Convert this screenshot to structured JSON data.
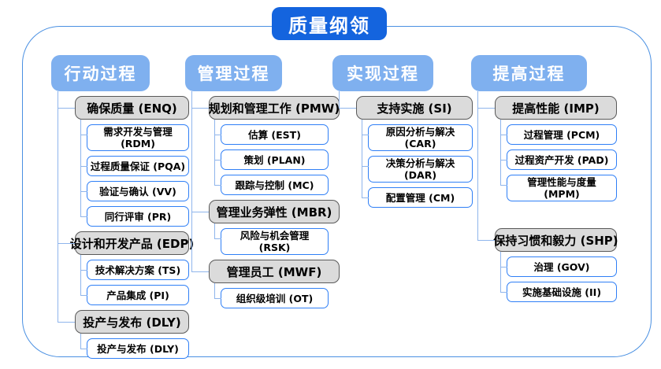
{
  "title": "质量纲领",
  "colors": {
    "title_bg": "#1464de",
    "header_bg": "#7fb0ef",
    "group_bg": "#dbdbdb",
    "group_border": "#595959",
    "child_border": "#2f7ff6",
    "connector": "#8fb5ec",
    "frame_border": "#4a90e2"
  },
  "columns": [
    {
      "header": "行动过程",
      "groups": [
        {
          "label": "确保质量 (ENQ)",
          "children": [
            "需求开发与管理 (RDM)",
            "过程质量保证 (PQA)",
            "验证与确认 (VV)",
            "同行评审 (PR)"
          ]
        },
        {
          "label": "设计和开发产品 (EDP)",
          "children": [
            "技术解决方案 (TS)",
            "产品集成 (PI)"
          ]
        },
        {
          "label": "投产与发布 (DLY)",
          "children": [
            "投产与发布 (DLY)"
          ]
        }
      ]
    },
    {
      "header": "管理过程",
      "groups": [
        {
          "label": "规划和管理工作 (PMW)",
          "children": [
            "估算 (EST)",
            "策划 (PLAN)",
            "跟踪与控制 (MC)"
          ]
        },
        {
          "label": "管理业务弹性 (MBR)",
          "children": [
            "风险与机会管理 (RSK)"
          ]
        },
        {
          "label": "管理员工 (MWF)",
          "children": [
            "组织级培训 (OT)"
          ]
        }
      ]
    },
    {
      "header": "实现过程",
      "groups": [
        {
          "label": "支持实施 (SI)",
          "children": [
            "原因分析与解决 (CAR)",
            "决策分析与解决 (DAR)",
            "配置管理 (CM)"
          ]
        }
      ]
    },
    {
      "header": "提高过程",
      "groups": [
        {
          "label": "提高性能 (IMP)",
          "children": [
            "过程管理 (PCM)",
            "过程资产开发 (PAD)",
            "管理性能与度量\n(MPM)"
          ]
        },
        {
          "label": "保持习惯和毅力 (SHP)",
          "children": [
            "治理 (GOV)",
            "实施基础设施 (II)"
          ]
        }
      ]
    }
  ]
}
